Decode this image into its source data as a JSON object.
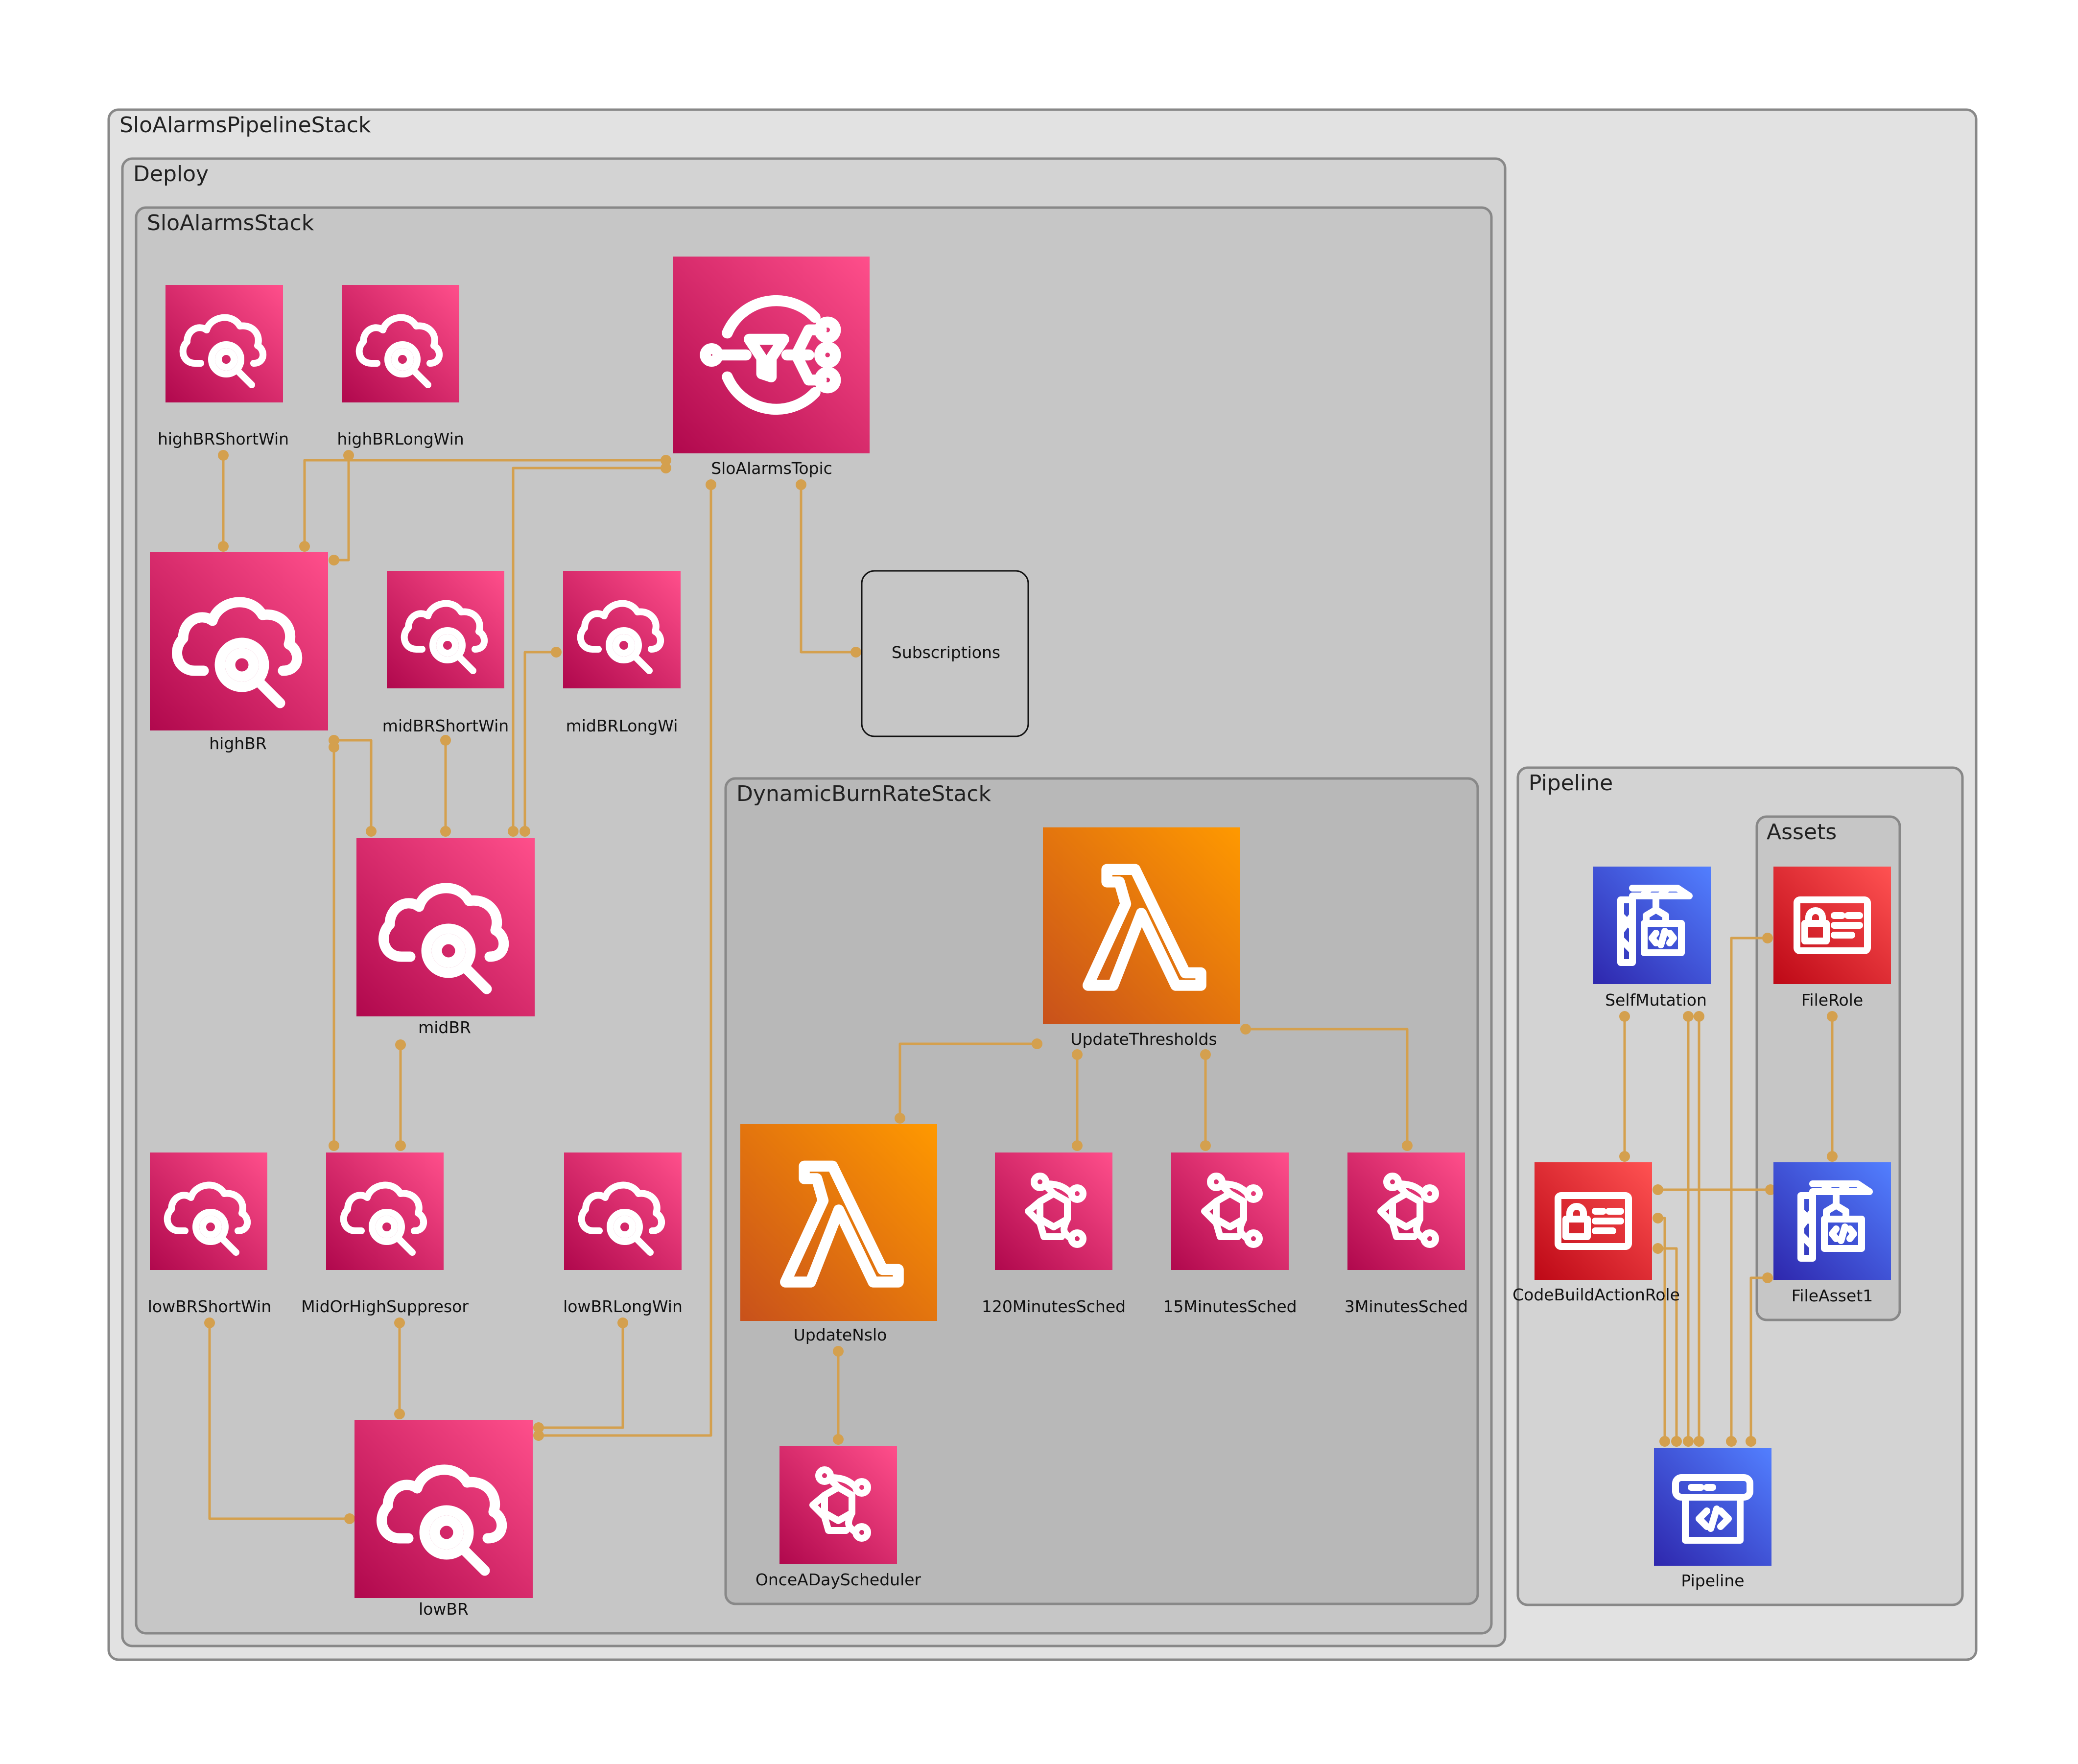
{
  "groups": {
    "root": "SloAlarmsPipelineStack",
    "deploy": "Deploy",
    "slo_alarms_stack": "SloAlarmsStack",
    "dynamic_stack": "DynamicBurnRateStack",
    "pipeline": "Pipeline",
    "assets": "Assets"
  },
  "nodes": {
    "highBRShortWin": "highBRShortWin",
    "highBRLongWin": "highBRLongWin",
    "sloAlarmsTopic": "SloAlarmsTopic",
    "highBR": "highBR",
    "midBRShortWin": "midBRShortWin",
    "midBRLongWi": "midBRLongWi",
    "subscriptions": "Subscriptions",
    "midBR": "midBR",
    "lowBRShortWin": "lowBRShortWin",
    "midOrHighSuppresor": "MidOrHighSuppresor",
    "lowBRLongWin": "lowBRLongWin",
    "lowBR": "lowBR",
    "updateThresholds": "UpdateThresholds",
    "updateNslo": "UpdateNslo",
    "sched120": "120MinutesSched",
    "sched15": "15MinutesSched",
    "sched3": "3MinutesSched",
    "onceADayScheduler": "OnceADayScheduler",
    "selfMutation": "SelfMutation",
    "fileRole": "FileRole",
    "codeBuildActionRole": "CodeBuildActionRole",
    "fileAsset1": "FileAsset1",
    "pipeline": "Pipeline"
  },
  "icons": {
    "cloudwatch_alarm": "cloudwatch-alarm-icon",
    "sns_topic": "sns-topic-icon",
    "lambda": "lambda-icon",
    "eventbridge_rule": "eventbridge-rule-icon",
    "iam_role": "iam-role-icon",
    "codebuild": "codebuild-icon",
    "codepipeline": "codepipeline-icon"
  },
  "colors": {
    "edge": "#D4A04E",
    "root_fill": "#E2E2E2",
    "deploy_fill": "#D3D3D3",
    "stack_fill": "#C6C6C6",
    "dynamic_fill": "#B8B8B8",
    "pink_dark": "#B0084D",
    "pink_light": "#FF4F8B",
    "orange_dark": "#C8511B",
    "orange_light": "#FF9900",
    "blue_dark": "#2E27AD",
    "blue_light": "#527FFF",
    "red_dark": "#BD0816",
    "red_light": "#FF5252"
  }
}
